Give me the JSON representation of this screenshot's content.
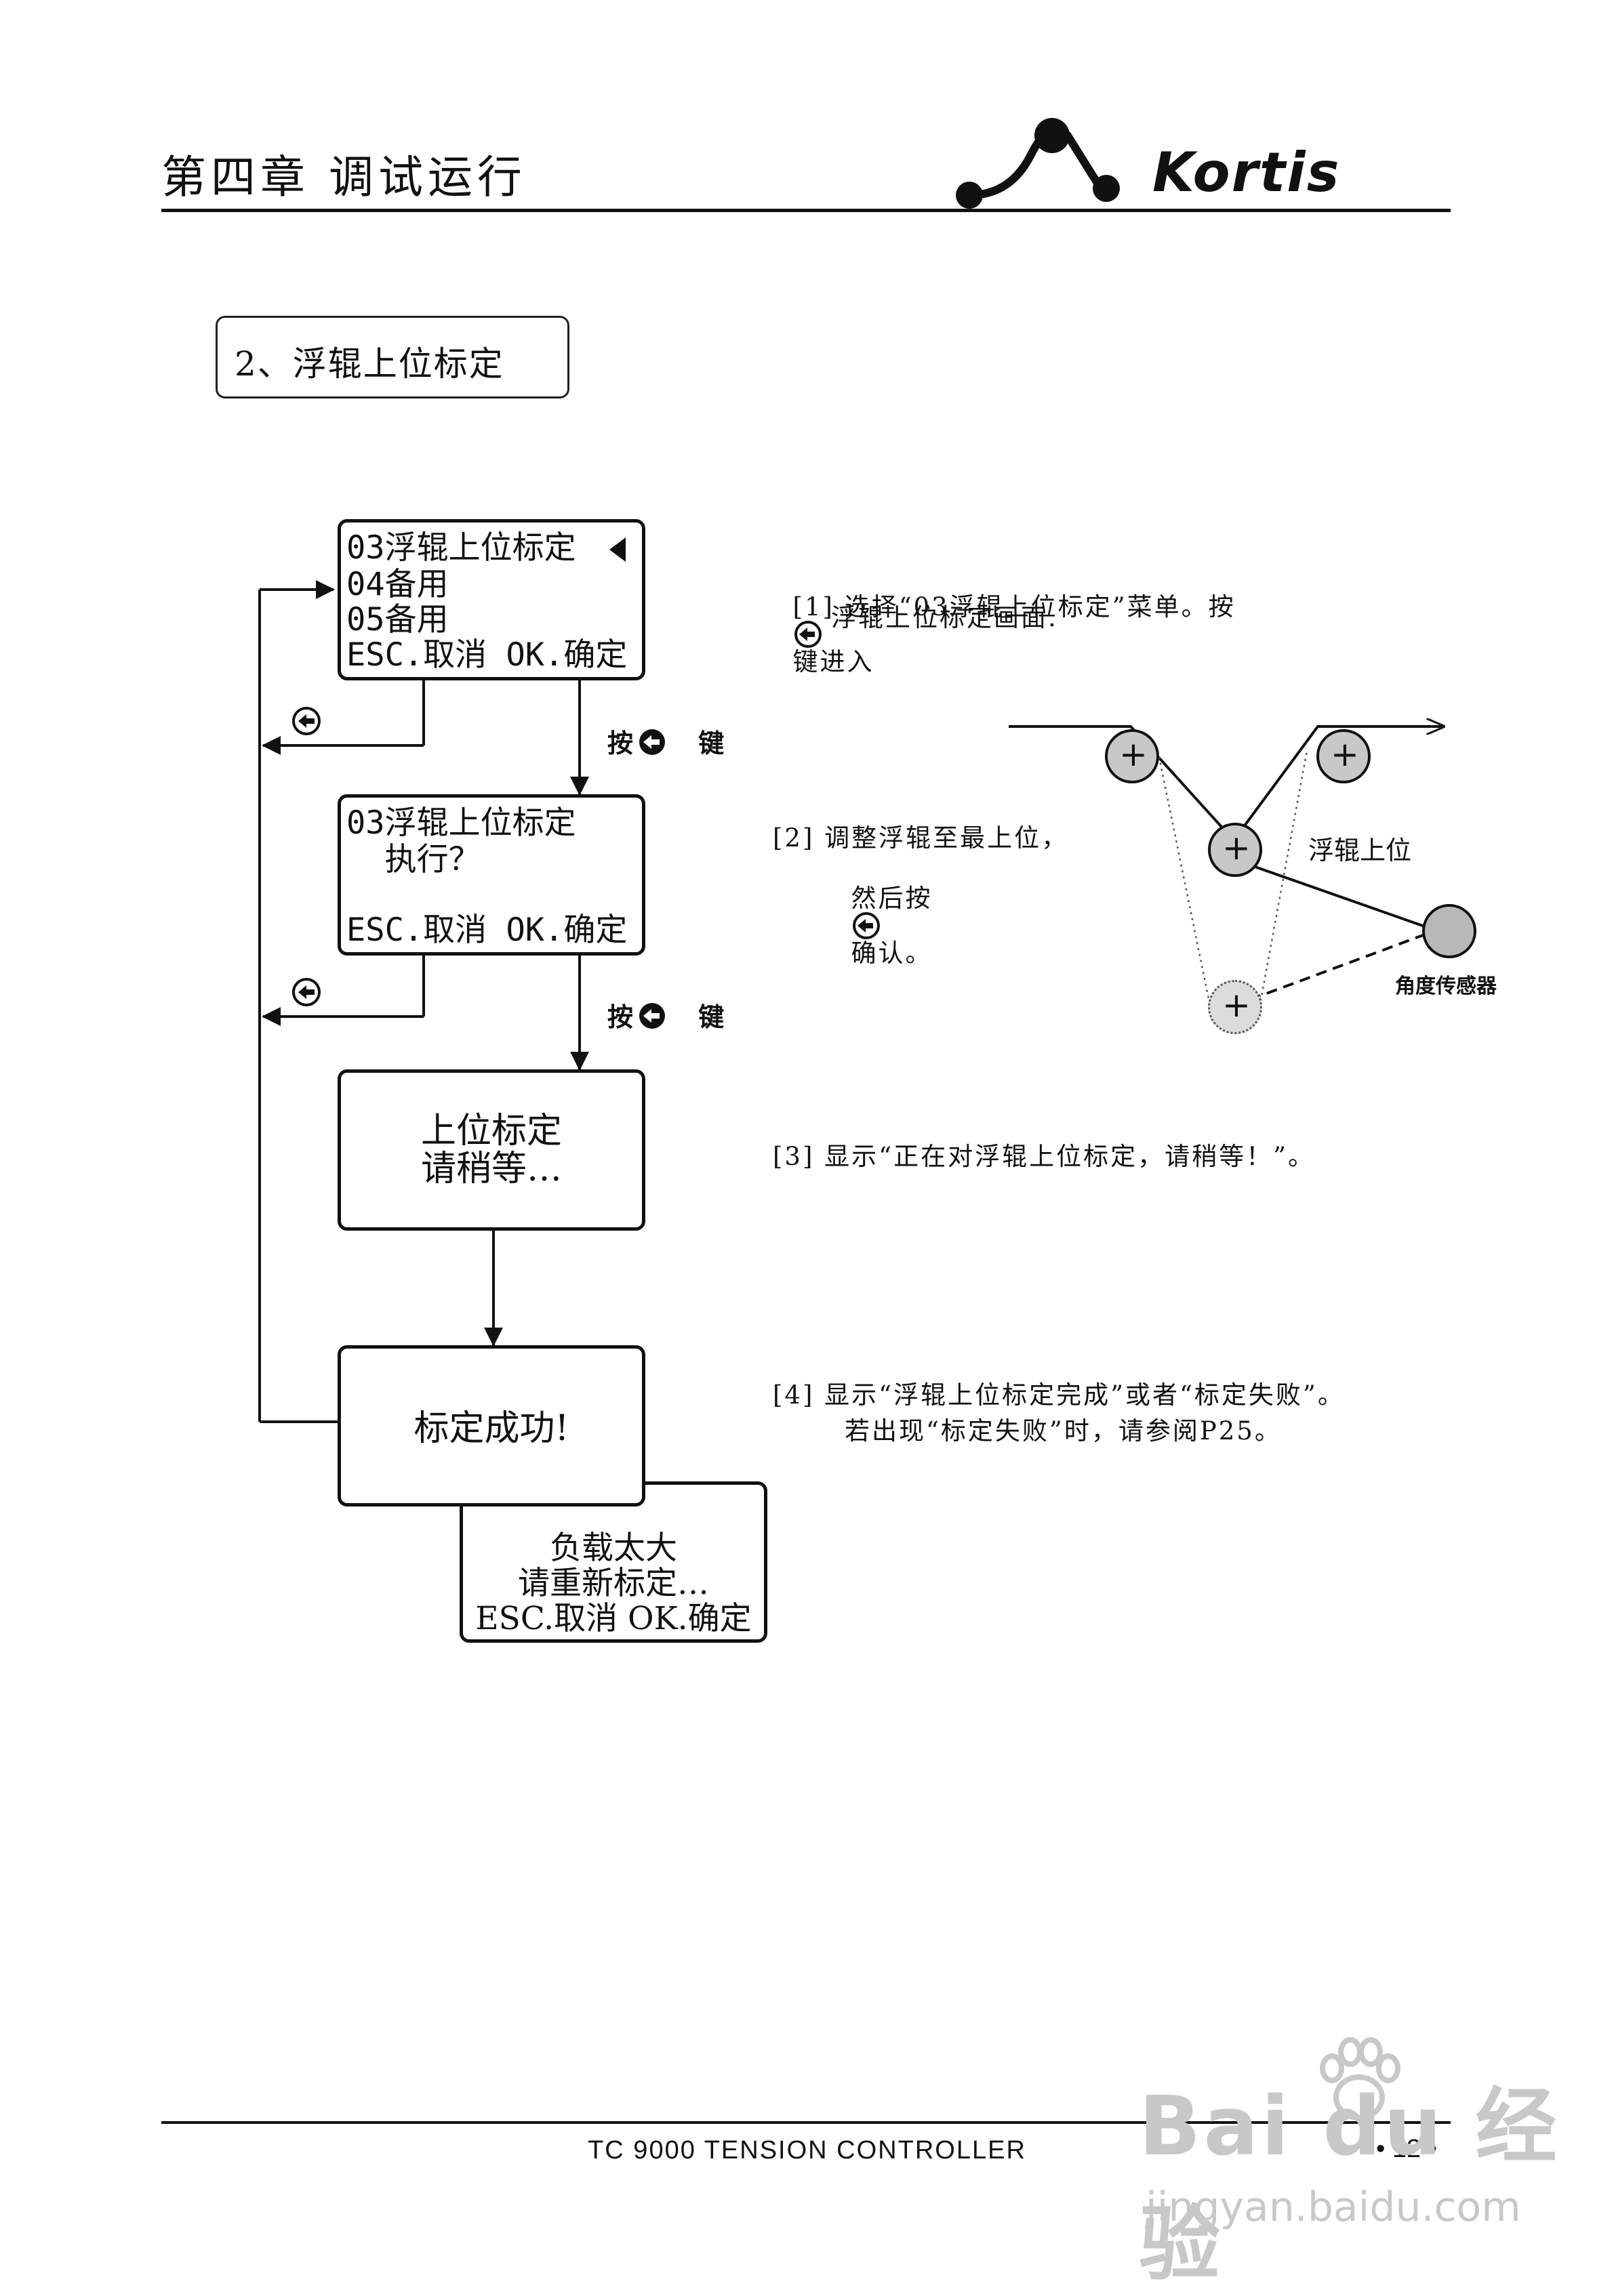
{
  "header": {
    "chapter": "第四章 调试运行",
    "logo": "Kortis"
  },
  "section": {
    "title": "2、浮辊上位标定"
  },
  "flow": {
    "screen1": {
      "lines": [
        "03浮辊上位标定",
        "04备用",
        "05备用",
        "ESC.取消 OK.确定"
      ]
    },
    "screen2": {
      "lines": [
        "03浮辊上位标定",
        "  执行？",
        "ESC.取消 OK.确定"
      ]
    },
    "screen3": {
      "lines": [
        "上位标定",
        "请稍等…"
      ]
    },
    "screen4": {
      "lines": [
        "标定成功!"
      ]
    },
    "screen5": {
      "lines": [
        "负载太大",
        "请重新标定…",
        "ESC.取消 OK.确定"
      ]
    },
    "press1": {
      "prefix": "按",
      "suffix": "键"
    },
    "press2": {
      "prefix": "按",
      "suffix": "键"
    }
  },
  "notes": {
    "n1": {
      "line1": "[1] 选择“03浮辊上位标定”菜单。按",
      "line1b": "键进入",
      "line2": "浮辊上位标定画面."
    },
    "n2": {
      "line1": "[2] 调整浮辊至最上位，",
      "line2a": "然后按",
      "line2b": "确认。"
    },
    "n3": {
      "line1": "[3] 显示“正在对浮辊上位标定，请稍等！”。"
    },
    "n4": {
      "line1": "[4] 显示“浮辊上位标定完成”或者“标定失败”。",
      "line2": "若出现“标定失败”时，请参阅P25。"
    }
  },
  "diagram": {
    "label_upper": "浮辊上位",
    "label_sensor": "角度传感器",
    "roller_mark": "+"
  },
  "footer": {
    "title": "TC 9000 TENSION CONTROLLER",
    "page": "• 12 •"
  },
  "watermark": {
    "brand": "Bai du 经验",
    "url": "jingyan.baidu.com"
  },
  "icons": {
    "enter_key": "enter-key-icon",
    "cursor": "left-triangle-icon"
  }
}
